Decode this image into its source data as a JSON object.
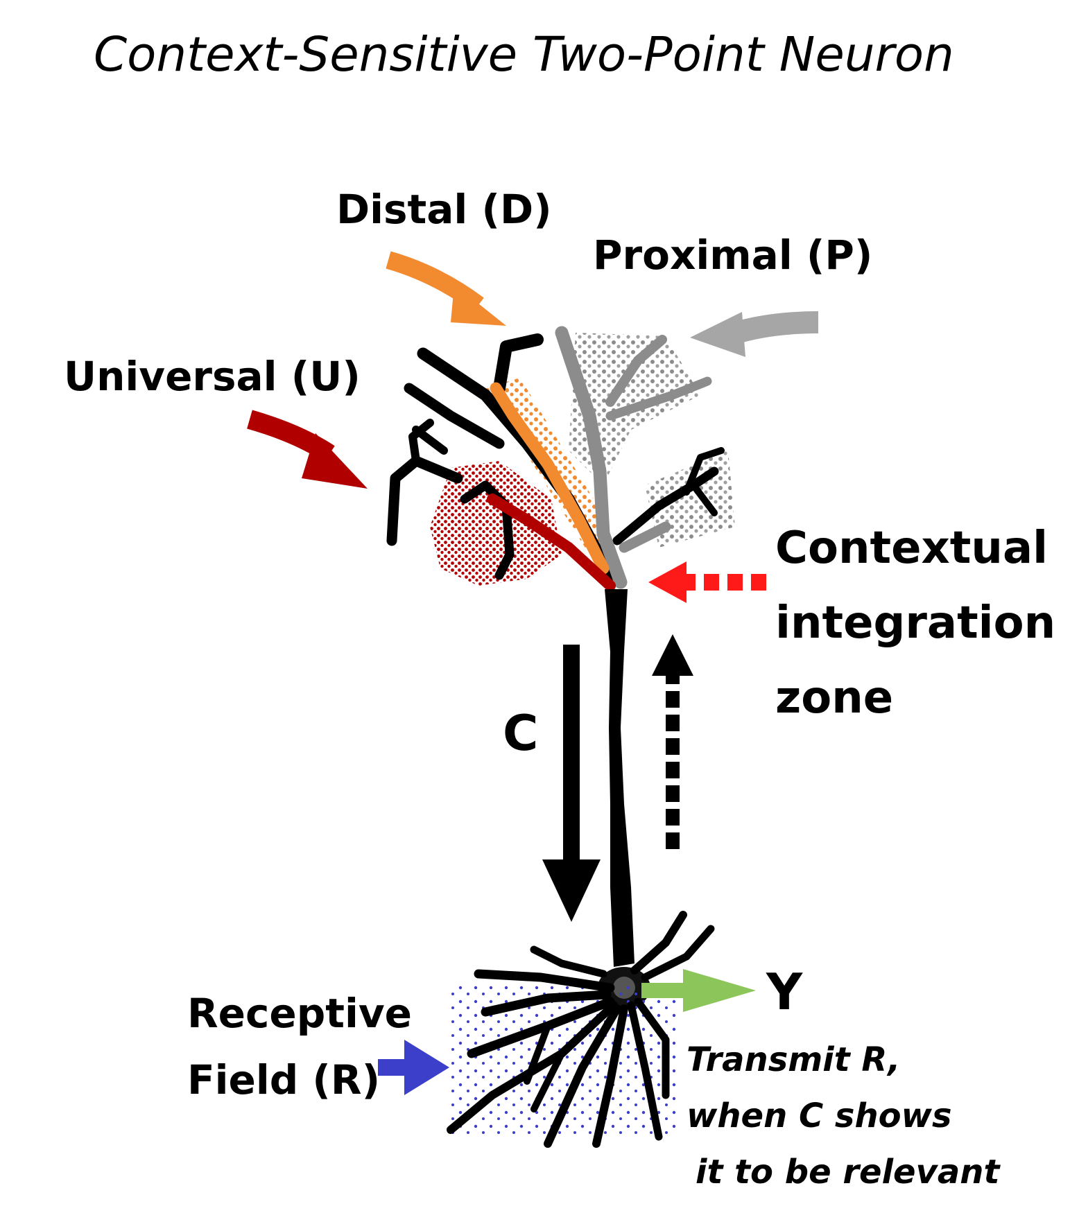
{
  "title": "Context-Sensitive Two-Point Neuron",
  "labels": {
    "distal": "Distal (D)",
    "proximal": "Proximal (P)",
    "universal": "Universal (U)",
    "contextual_line1": "Contextual",
    "contextual_line2": "integration",
    "contextual_line3": "zone",
    "c": "C",
    "y": "Y",
    "receptive_line1": "Receptive",
    "receptive_line2": "Field (R)",
    "transmit_line1": "Transmit R,",
    "transmit_line2": "when C shows",
    "transmit_line3": "it to be relevant"
  },
  "colors": {
    "distal": "#f28a30",
    "proximal": "#a6a6a6",
    "universal": "#b00000",
    "contextual_zone": "#ff1a1a",
    "receptive": "#3b3fc9",
    "output": "#8cc65a",
    "neuron": "#000000"
  }
}
